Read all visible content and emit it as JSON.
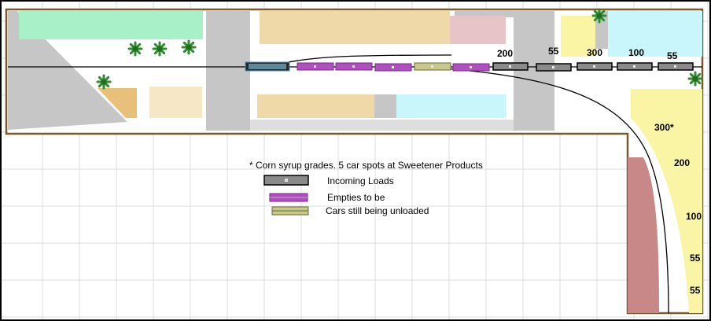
{
  "colors": {
    "incoming": "#8a8a8a",
    "empties": "#b050c0",
    "unloading": "#c8c88a",
    "road": "#c6c6c6",
    "grid": "#dcdcdc",
    "border": "#7a5a2a",
    "industry_tan": "#f0d9a8",
    "industry_mint": "#a8f0c8",
    "industry_cyan": "#c8f6fa",
    "industry_pink": "#e6c4c8",
    "industry_yellow": "#faf5a4",
    "industry_brick": "#c88888"
  },
  "spot_labels": {
    "top": [
      "200",
      "55",
      "300",
      "100",
      "55"
    ],
    "right": [
      "300*",
      "200",
      "100",
      "55",
      "55"
    ]
  },
  "note": "* Corn syrup grades.  5 car spots at Sweetener Products",
  "legend": [
    {
      "key": "incoming",
      "label": "Incoming Loads"
    },
    {
      "key": "empties",
      "label": "Empties to be"
    },
    {
      "key": "unloading",
      "label": "Cars still being unloaded"
    }
  ],
  "icons": [
    "tree-icon"
  ]
}
